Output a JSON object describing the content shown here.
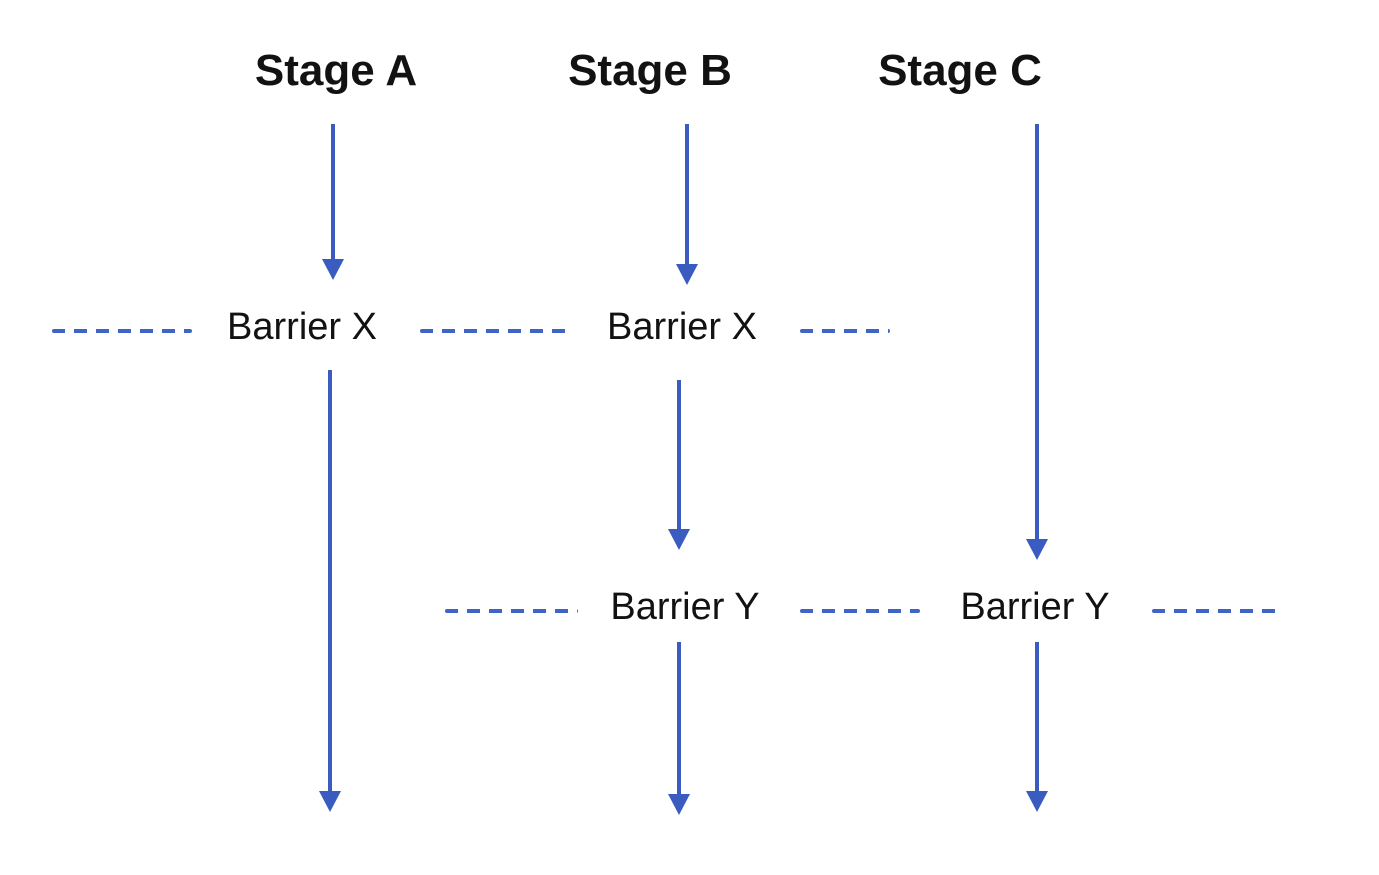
{
  "diagram": {
    "stages": [
      {
        "label": "Stage A"
      },
      {
        "label": "Stage B"
      },
      {
        "label": "Stage C"
      }
    ],
    "barriers": {
      "x": {
        "label": "Barrier X"
      },
      "y": {
        "label": "Barrier Y"
      }
    }
  },
  "colors": {
    "arrow-blue": "#3a5bbf",
    "dash-blue": "#4063c7",
    "label-black": "#121212",
    "background": "#ffffff"
  }
}
